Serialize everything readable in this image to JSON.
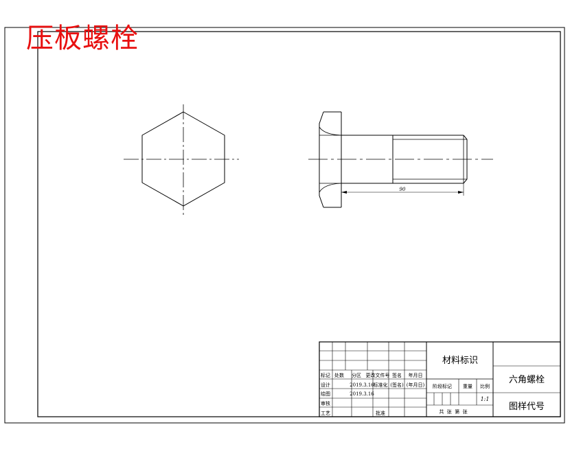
{
  "drawing": {
    "title": "压板螺栓",
    "dimension_label": "90",
    "title_block": {
      "headers": [
        "标记",
        "处数",
        "分区",
        "更改文件号",
        "签名",
        "年月日"
      ],
      "row_design": {
        "label": "设计",
        "date": "2019.3.16",
        "std_label": "标准化",
        "sign": "(签名)",
        "ymd": "(年月日)"
      },
      "row_draw": {
        "label": "绘图",
        "date": "2019.3.16"
      },
      "row_check": {
        "label": "审核"
      },
      "row_process": {
        "label": "工艺",
        "approve": "批准"
      },
      "material": "材料标识",
      "stage_mark": "阶段标记",
      "weight": "重量",
      "scale_label": "比例",
      "scale_value": "1:1",
      "sheets": "共  张  第  张",
      "part_name": "六角螺栓",
      "drawing_number": "图样代号"
    }
  }
}
